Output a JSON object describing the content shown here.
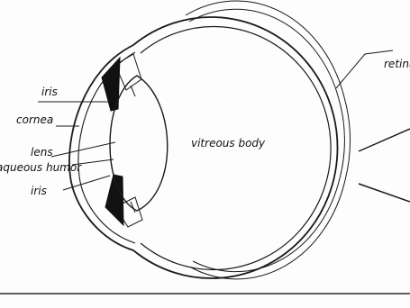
{
  "labels": {
    "iris_top": "iris",
    "cornea": "cornea",
    "lens": "lens",
    "aqueous_humor": "aqueous humor",
    "iris_bottom": "iris",
    "vitreous_body": "vitreous body",
    "retina": "retina"
  },
  "colors": {
    "background": "#fdfdfd",
    "line": "#1a1a1a",
    "iris_fill": "#111111"
  }
}
